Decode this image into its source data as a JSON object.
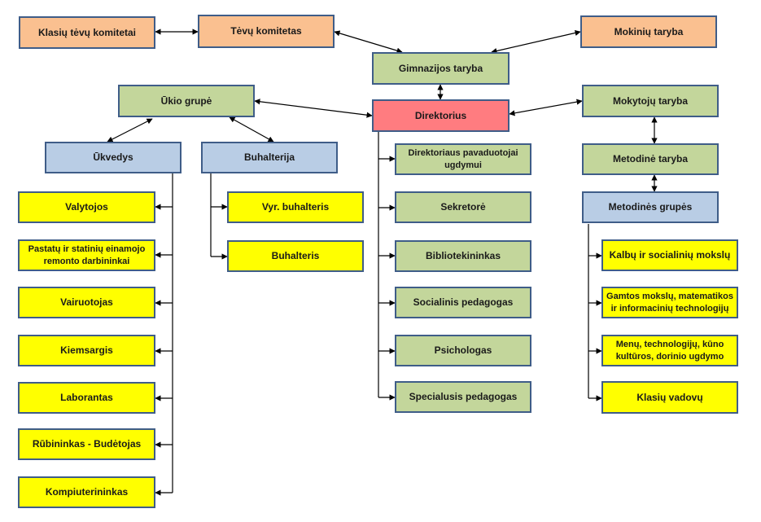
{
  "boxes": {
    "klasiu_tevu_komitetai": "Klasių tėvų komitetai",
    "tevu_komitetas": "Tėvų komitetas",
    "mokiniu_taryba": "Mokinių taryba",
    "gimnazijos_taryba": "Gimnazijos taryba",
    "ukio_grupe": "Ūkio grupė",
    "direktorius": "Direktorius",
    "mokytoju_taryba": "Mokytojų taryba",
    "ukvedys": "Ūkvedys",
    "buhalterija": "Buhalterija",
    "direktoriaus_pavaduotojai": "Direktoriaus pavaduotojai ugdymui",
    "metodine_taryba": "Metodinė taryba",
    "valytojos": "Valytojos",
    "vyr_buhalteris": "Vyr. buhalteris",
    "sekretore": "Sekretorė",
    "metodines_grupes": "Metodinės grupės",
    "pastatu_remonto": "Pastatų ir statinių einamojo remonto darbininkai",
    "buhalteris": "Buhalteris",
    "bibliotekininkas": "Bibliotekininkas",
    "kalbu_mokslu": "Kalbų ir socialinių mokslų",
    "vairuotojas": "Vairuotojas",
    "socialinis_pedagogas": "Socialinis pedagogas",
    "gamtos_mokslu": "Gamtos mokslų, matematikos ir informacinių technologijų",
    "kiemsargis": "Kiemsargis",
    "psichologas": "Psichologas",
    "menu_technologiju": "Menų, technologijų, kūno kultūros, dorinio ugdymo",
    "laborantas": "Laborantas",
    "specialusis_pedagogas": "Specialusis pedagogas",
    "klasiu_vadovu": "Klasių vadovų",
    "rubininkas": "Rūbininkas - Budėtojas",
    "kompiuterininkas": "Kompiuterininkas"
  },
  "colors": {
    "parents": "#fac090",
    "council": "#c3d69b",
    "services": "#b9cde5",
    "staff": "#ffff00",
    "director": "#ff7c80",
    "border": "#3f5d88",
    "connector": "#000000"
  }
}
